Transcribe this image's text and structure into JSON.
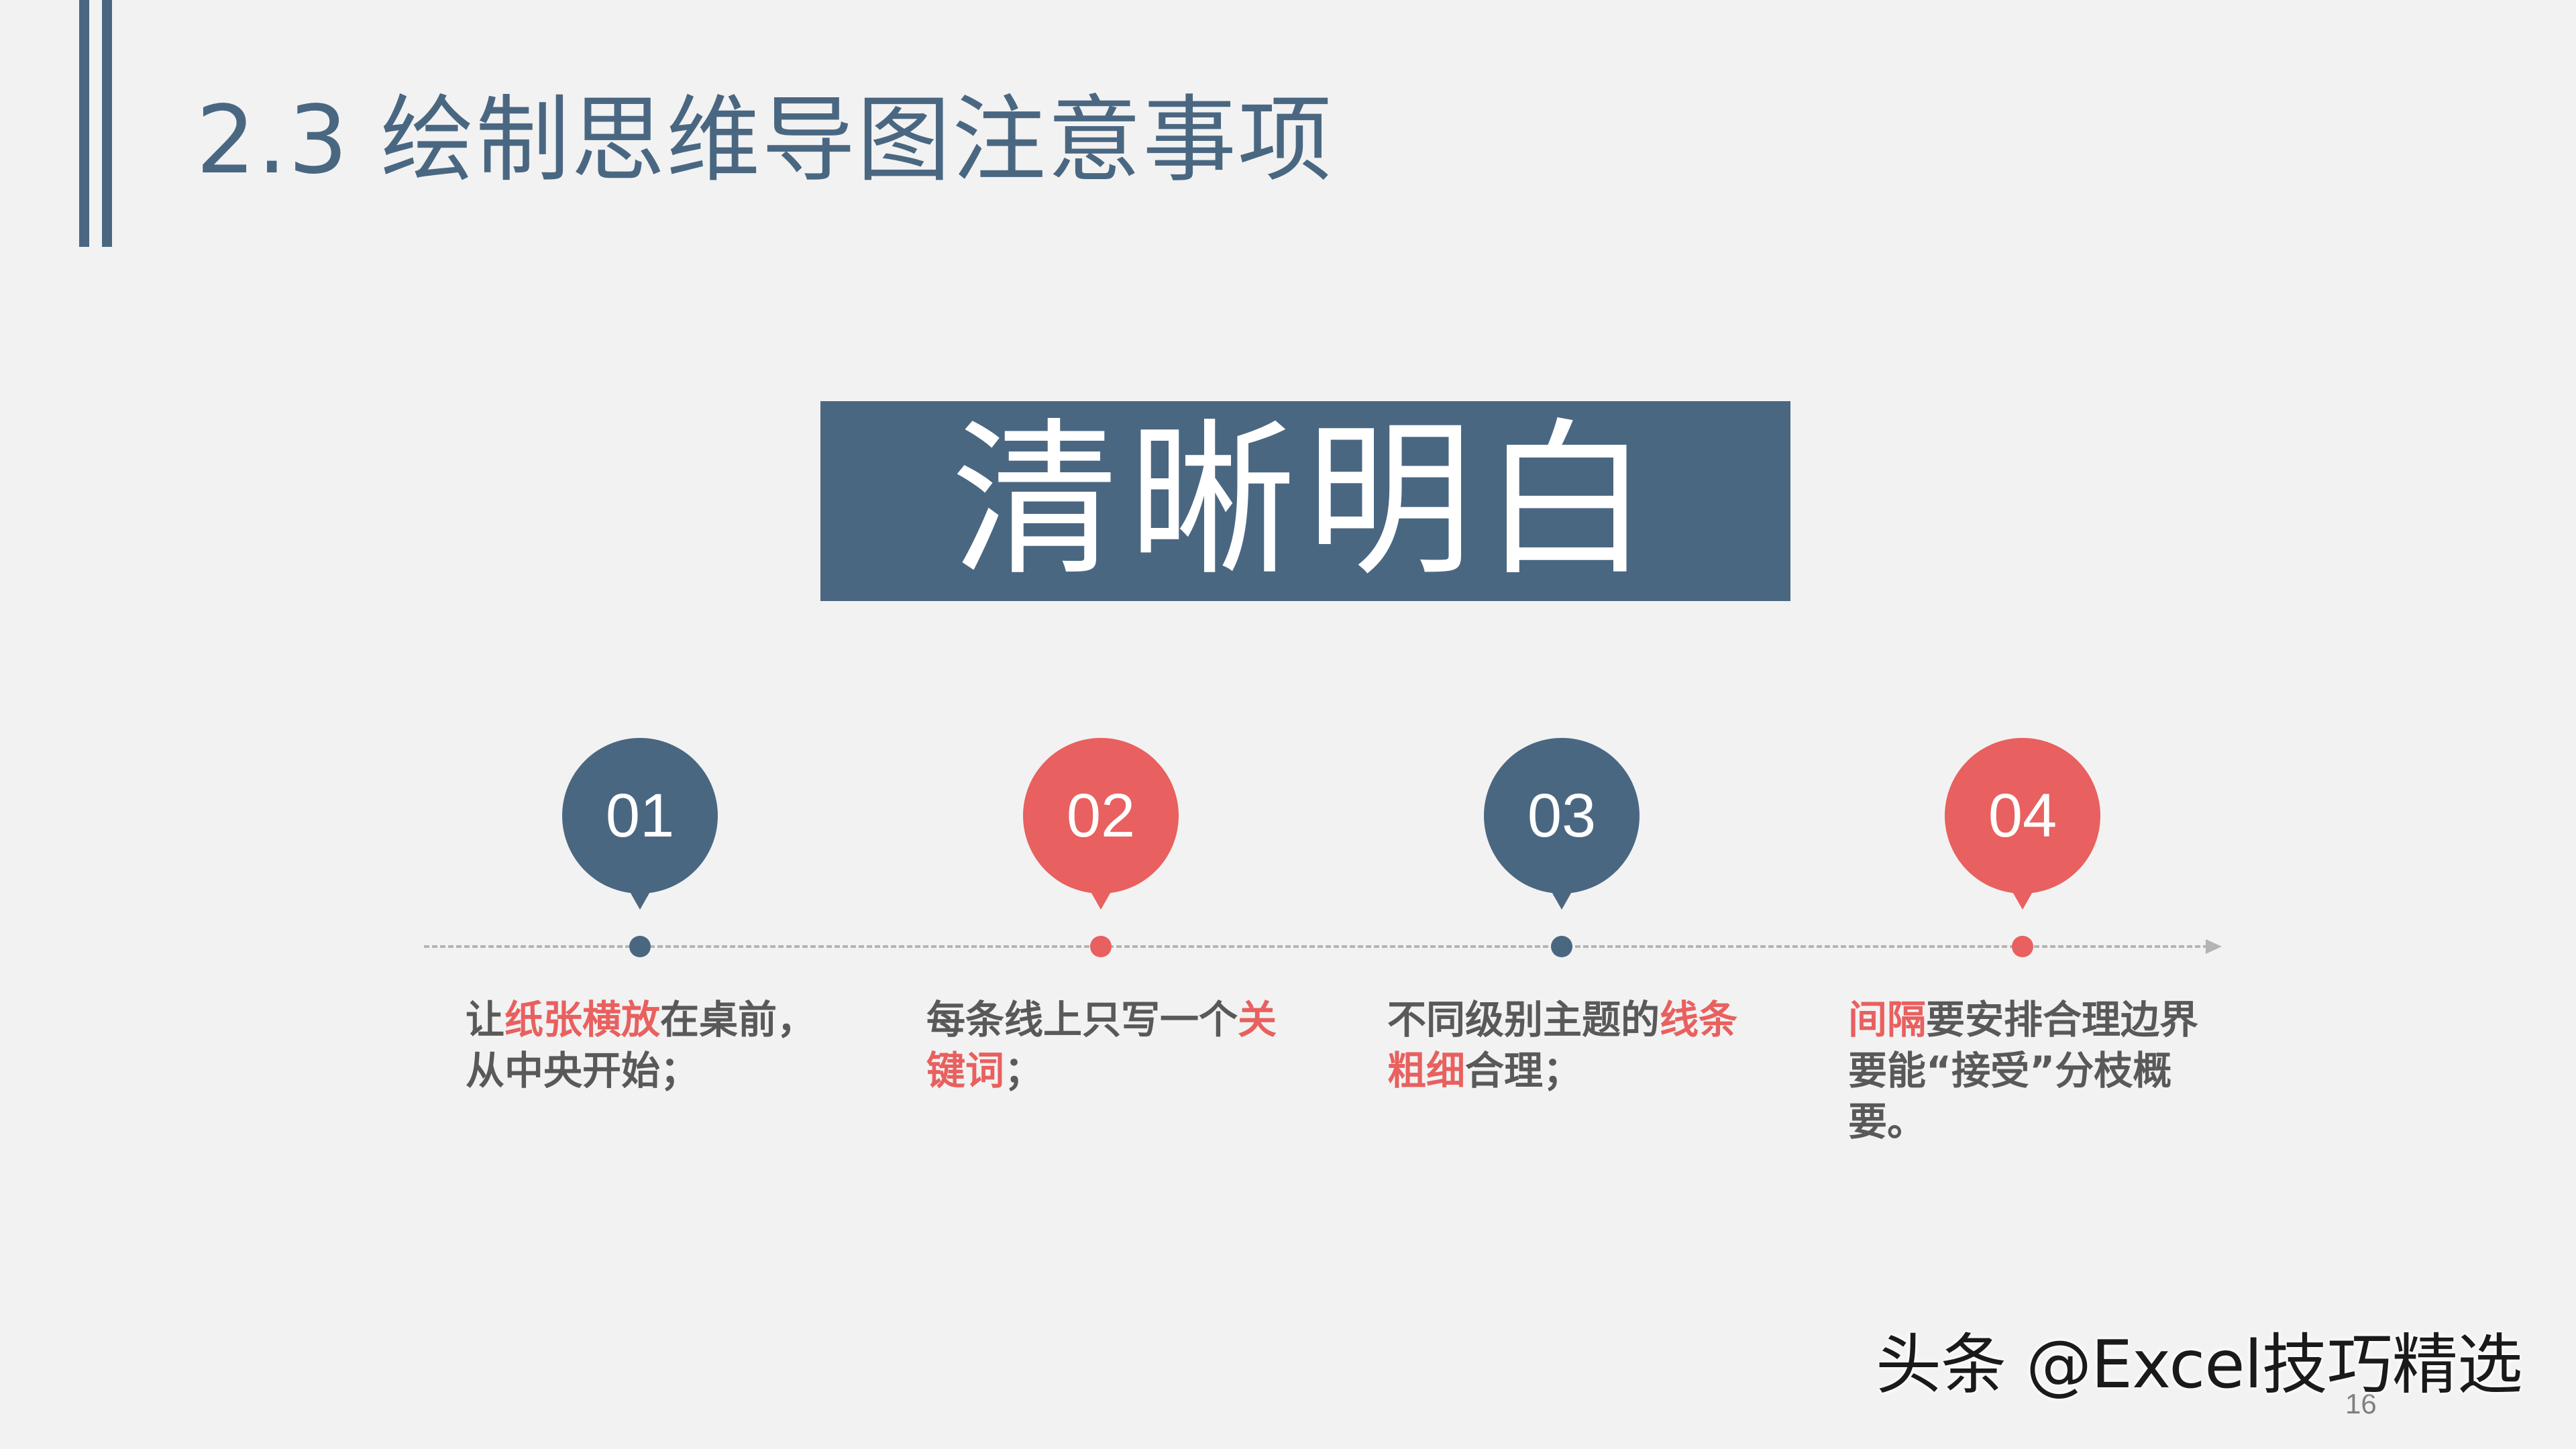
{
  "header": {
    "title": "2.3 绘制思维导图注意事项"
  },
  "banner": {
    "text": "清晰明白"
  },
  "steps": [
    {
      "number": "01",
      "color": "#4a6782",
      "text_parts": [
        "让",
        "纸张横放",
        "在桌前，从中央开始；"
      ],
      "highlight_index": [
        1
      ]
    },
    {
      "number": "02",
      "color": "#e8605f",
      "text_parts": [
        "每条线上只写一个",
        "关键词",
        "；"
      ],
      "highlight_index": [
        1
      ]
    },
    {
      "number": "03",
      "color": "#4a6782",
      "text_parts": [
        "不同级别主题的",
        "线条粗细",
        "合理；"
      ],
      "highlight_index": [
        1
      ]
    },
    {
      "number": "04",
      "color": "#e8605f",
      "text_parts": [
        "间隔",
        "要安排合理边界要能“接受”分枝概要。"
      ],
      "highlight_index": [
        0
      ]
    }
  ],
  "watermark": "头条 @Excel技巧精选",
  "page_number": "16",
  "colors": {
    "primary": "#4a6782",
    "accent": "#e8605f",
    "background": "#f2f2f2",
    "body_text": "#595959"
  }
}
